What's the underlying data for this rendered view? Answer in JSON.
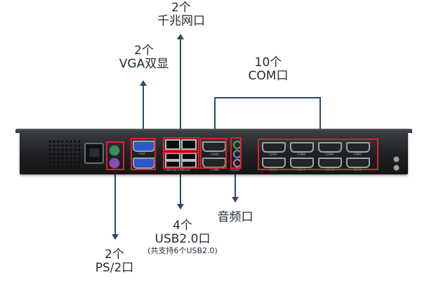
{
  "labels": {
    "lan": {
      "count": "2个",
      "name": "千兆网口"
    },
    "vga": {
      "count": "2个",
      "name": "VGA双显"
    },
    "com": {
      "count": "10个",
      "name": "COM口"
    },
    "usb": {
      "count": "4个",
      "name": "USB2.0口",
      "note": "(共支持6个USB2.0)"
    },
    "audio": {
      "name": "音频口"
    },
    "ps2": {
      "count": "2个",
      "name": "PS/2口"
    }
  },
  "port_text": {
    "vga": "VGA",
    "lan_usb": "LAN/USB LAN/USB",
    "com5": "COM5",
    "com6": "COM6",
    "audio": "AUDIO",
    "com2": "COM2",
    "com4": "COM4",
    "com6b": "COM6",
    "com7": "COM7",
    "com8": "COM8",
    "com9": "COM9",
    "com10": "COM10",
    "com1": "COM1",
    "com3": "COM3"
  },
  "colors": {
    "highlight": "#e0202a",
    "line": "#2c4a66",
    "dot": "#d51f26"
  }
}
